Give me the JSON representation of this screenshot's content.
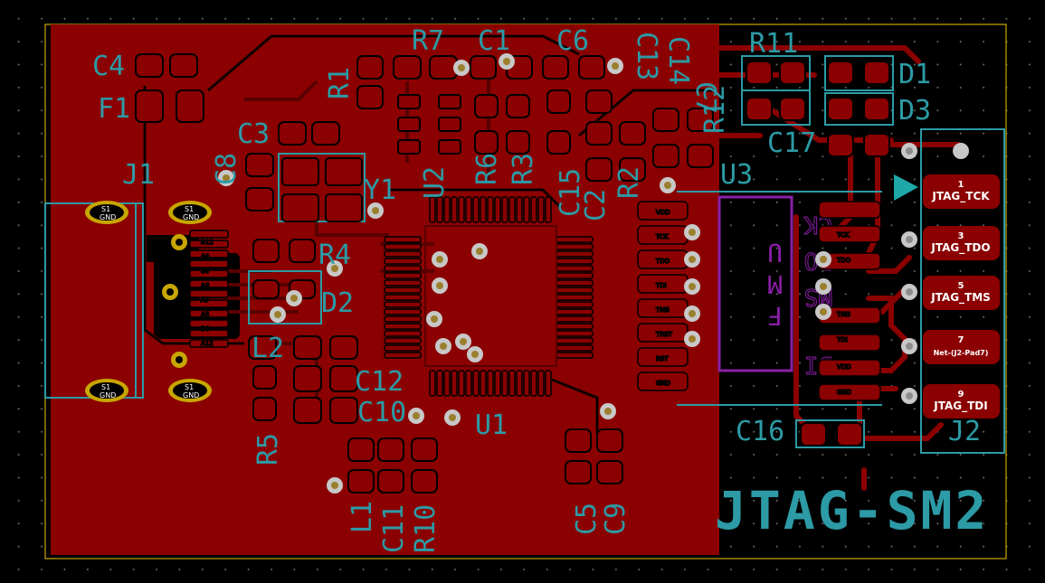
{
  "board": {
    "name": "JTAG-SM2",
    "colors": {
      "copper": "#8b0000",
      "edge": "#c8a600",
      "silk": "#2c9ba6",
      "fab": "#8a1fa6",
      "pad": "#c9c9c9",
      "courtyard": "#007b8a"
    }
  },
  "references": {
    "C4": "C4",
    "F1": "F1",
    "J1": "J1",
    "C3": "C3",
    "C8": "C8",
    "R7": "R7",
    "C1": "C1",
    "C6": "C6",
    "C13": "C13",
    "C14": "C14",
    "C7": "C7",
    "R11": "R11",
    "R12": "R12",
    "D1": "D1",
    "D3": "D3",
    "C17": "C17",
    "R1": "R1",
    "U2": "U2",
    "R6": "R6",
    "R3": "R3",
    "C15": "C15",
    "C2": "C2",
    "R2": "R2",
    "U3": "U3",
    "Y1": "Y1",
    "R4": "R4",
    "D2": "D2",
    "L2": "L2",
    "C12": "C12",
    "C10": "C10",
    "U1": "U1",
    "R5": "R5",
    "L1": "L1",
    "C11": "C11",
    "R10": "R10",
    "C5": "C5",
    "C9": "C9",
    "C16": "C16",
    "J2": "J2"
  },
  "usb_pads": {
    "shield": "S1",
    "gnd": "GND",
    "pins": [
      "B12",
      "A9",
      "B8",
      "A6",
      "A7",
      "A5",
      "B4",
      "A12"
    ]
  },
  "u3_pins_left": [
    "VDD",
    "TCK",
    "TDO",
    "TDI",
    "TMS",
    "TRST",
    "RST",
    "GND"
  ],
  "u3_pins_right": [
    "TCK",
    "TDO",
    "TMS",
    "TDI",
    "VDD",
    "GND"
  ],
  "j2_pins": [
    {
      "num": "1",
      "net": "JTAG_TCK"
    },
    {
      "num": "3",
      "net": "JTAG_TDO"
    },
    {
      "num": "5",
      "net": "JTAG_TMS"
    },
    {
      "num": "7",
      "net": "Net-(J2-Pad7)"
    },
    {
      "num": "9",
      "net": "JTAG_TDI"
    }
  ]
}
